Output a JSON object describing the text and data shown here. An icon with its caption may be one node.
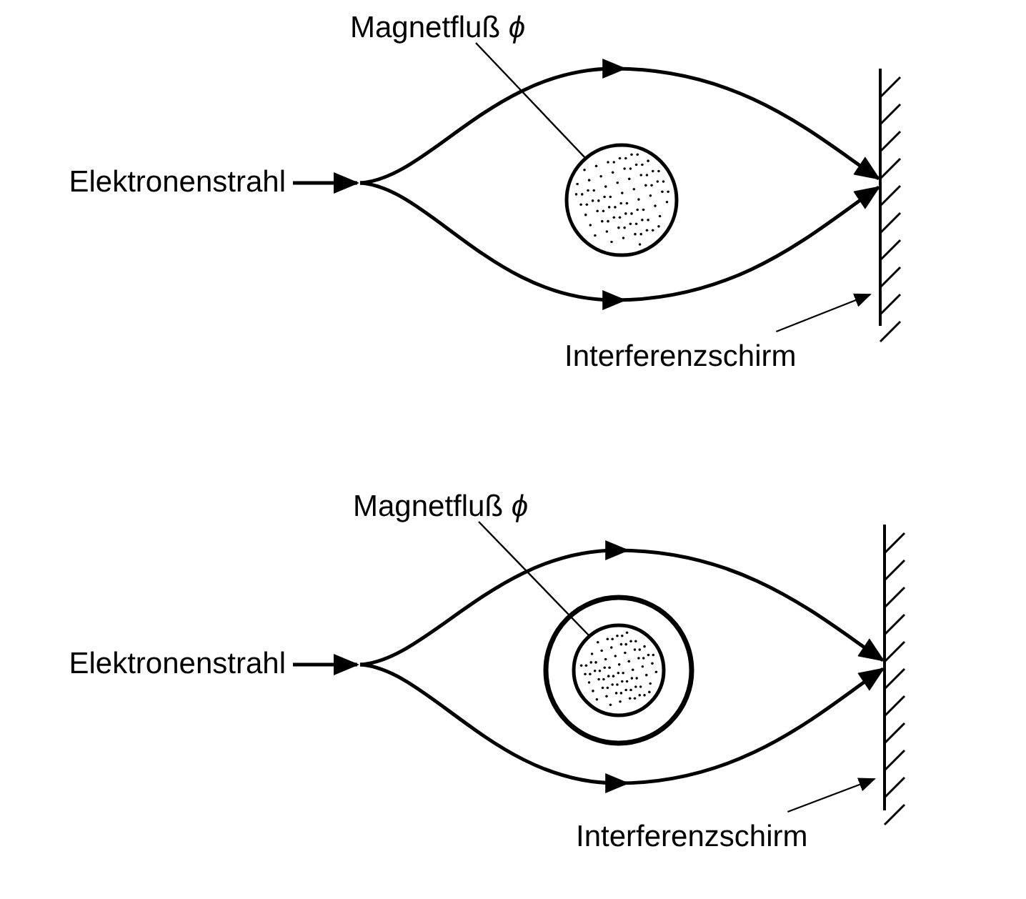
{
  "diagram": {
    "nodes": [
      {
        "text": [
          "Elektronenstrahl"
        ]
      },
      {
        "text": [
          "Magnetfluß *ϕ*"
        ]
      },
      {
        "text": [],
        "shape": "circle"
      },
      {
        "text": [],
        "shape": "bar"
      },
      {
        "text": [
          "Interferenzschirm"
        ]
      },
      {
        "text": [
          "Elektronenstrahl"
        ]
      },
      {
        "text": [
          "Magnetfluß *ϕ*"
        ]
      },
      {
        "text": [],
        "shape": "circle"
      },
      {
        "text": [],
        "shape": "circle",
        "in": 7
      },
      {
        "text": [],
        "shape": "bar"
      },
      {
        "text": [
          "Interferenzschirm"
        ]
      }
    ],
    "edges": [
      {
        "from": 0,
        "to": 3,
        "arrow": "to"
      },
      {
        "from": 0,
        "to": 3,
        "arrow": "to"
      },
      {
        "from": 1,
        "to": 2,
        "arrow": "none"
      },
      {
        "from": 4,
        "to": 3,
        "arrow": "to"
      },
      {
        "from": 5,
        "to": 9,
        "arrow": "to"
      },
      {
        "from": 5,
        "to": 9,
        "arrow": "to"
      },
      {
        "from": 6,
        "to": 8,
        "arrow": "none"
      },
      {
        "from": 10,
        "to": 9,
        "arrow": "to"
      }
    ]
  }
}
